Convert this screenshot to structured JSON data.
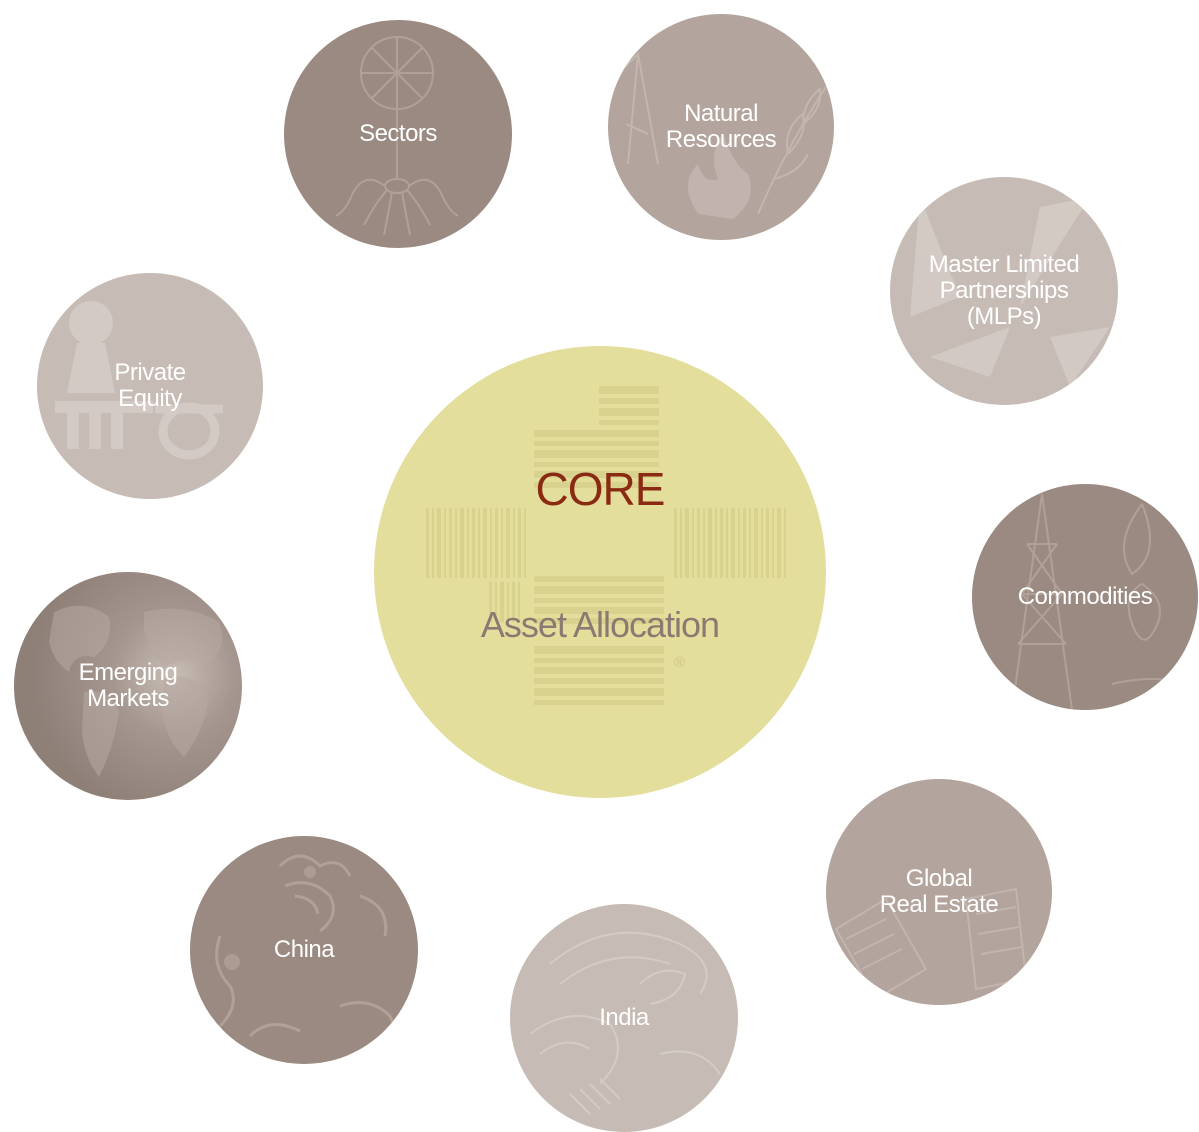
{
  "core": {
    "title": "CORE",
    "subtitle": "Asset Allocation",
    "registered_mark": "®"
  },
  "satellites": {
    "sectors": "Sectors",
    "natural_resources": "Natural\nResources",
    "mlps": "Master Limited\nPartnerships\n(MLPs)",
    "private_equity": "Private\nEquity",
    "commodities": "Commodities",
    "emerging_markets": "Emerging\nMarkets",
    "global_real_estate": "Global\nReal Estate",
    "china": "China",
    "india": "India"
  },
  "colors": {
    "core_fill": "#e4de9c",
    "core_title": "#8a2a12",
    "core_subtitle": "#8a7a72",
    "satellite_dark": "#9a8a81",
    "satellite_mid": "#b3a59e",
    "satellite_light": "#c6bbb5"
  }
}
